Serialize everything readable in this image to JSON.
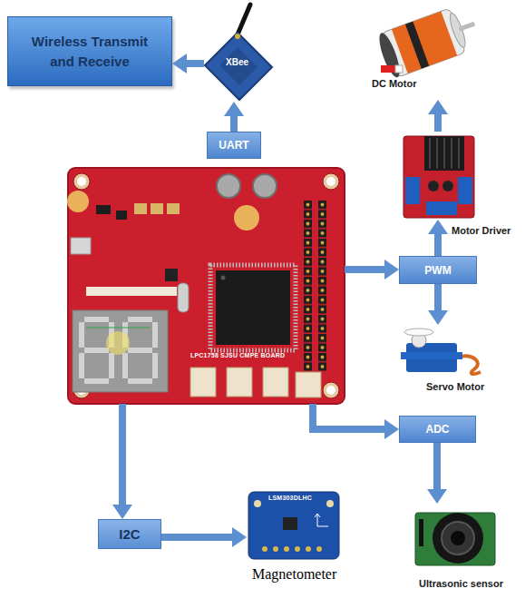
{
  "diagram": {
    "nodes": [
      {
        "text": [
          "Wireless Transmit and Receive"
        ]
      },
      {
        "text": [
          "XBee"
        ]
      },
      {
        "text": [
          "DC Motor"
        ]
      },
      {
        "text": [
          "UART"
        ]
      },
      {
        "text": [
          "Motor Driver"
        ]
      },
      {
        "text": [
          "LPC1758 SJSU CMPE BOARD"
        ]
      },
      {
        "text": [
          "PWM"
        ]
      },
      {
        "text": [
          "Servo Motor"
        ]
      },
      {
        "text": [
          "ADC"
        ]
      },
      {
        "text": [
          "I2C"
        ]
      },
      {
        "text": [
          "Magnetometer"
        ]
      },
      {
        "text": [
          "Ultrasonic sensor"
        ]
      }
    ],
    "edges": [
      {
        "from": 1,
        "to": 0,
        "arrow": "to"
      },
      {
        "from": 3,
        "to": 1,
        "arrow": "to"
      },
      {
        "from": 4,
        "to": 2,
        "arrow": "to"
      },
      {
        "from": 6,
        "to": 4,
        "arrow": "to"
      },
      {
        "from": 5,
        "to": 6,
        "arrow": "to"
      },
      {
        "from": 6,
        "to": 7,
        "arrow": "to"
      },
      {
        "from": 5,
        "to": 8,
        "arrow": "to"
      },
      {
        "from": 8,
        "to": 11,
        "arrow": "to"
      },
      {
        "from": 5,
        "to": 9,
        "arrow": "to"
      },
      {
        "from": 9,
        "to": 10,
        "arrow": "to"
      }
    ],
    "labels": [
      "LSM303DLHC"
    ]
  }
}
